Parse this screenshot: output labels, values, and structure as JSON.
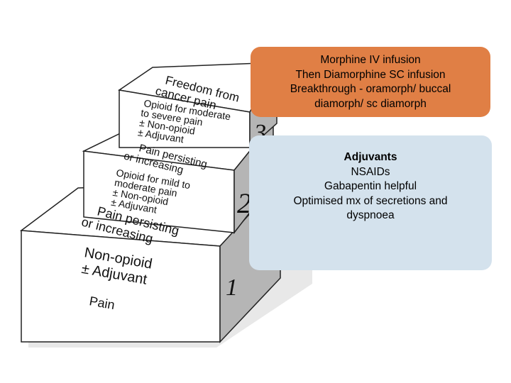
{
  "ladder": {
    "step1": {
      "number": "1",
      "label": "Pain",
      "treatment_lines": [
        "Non-opioid",
        "± Adjuvant"
      ]
    },
    "step2": {
      "number": "2",
      "label": "Pain persisting or increasing",
      "label_lines": [
        "Pain persisting",
        "or increasing"
      ],
      "treatment_lines": [
        "Opioid for mild to",
        "moderate pain",
        "± Non-opioid",
        "± Adjuvant"
      ]
    },
    "step3": {
      "number": "3",
      "label": "Pain persisting or increasing",
      "label_lines": [
        "Pain persisting",
        "or increasing"
      ],
      "treatment_lines": [
        "Opioid for moderate",
        "to severe pain",
        "± Non-opioid",
        "± Adjuvant"
      ]
    },
    "top_label_lines": [
      "Freedom from",
      "cancer pain"
    ]
  },
  "orange_box": {
    "lines": [
      "Morphine IV infusion",
      "Then Diamorphine SC infusion",
      "Breakthrough - oramorph/ buccal",
      "diamorph/ sc diamorph"
    ],
    "color": "#e07f45"
  },
  "blue_box": {
    "heading": "Adjuvants",
    "lines": [
      "NSAIDs",
      "Gabapentin helpful",
      "Optimised mx of secretions and",
      "dyspnoea"
    ],
    "color": "#d4e2ed"
  }
}
